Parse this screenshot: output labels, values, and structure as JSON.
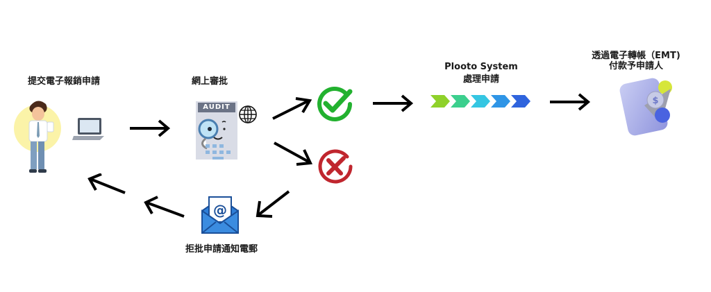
{
  "diagram": {
    "steps": {
      "submit": {
        "label": "提交電子報銷申請"
      },
      "review": {
        "label": "網上審批",
        "badge_text": "AUDIT"
      },
      "approved": {
        "icon": "check-circle-icon",
        "color": "#22b12f"
      },
      "rejected": {
        "icon": "x-circle-icon",
        "color": "#c0262e"
      },
      "process": {
        "label_line1": "Plooto System",
        "label_line2": "處理申請",
        "chevron_colors": [
          "#8fd12a",
          "#3ccf8e",
          "#35c6e2",
          "#2f95e6",
          "#2f64dd"
        ]
      },
      "payment": {
        "label_line1": "透過電子轉帳（EMT)",
        "label_line2": "付款予申請人",
        "currency_symbol": "$"
      },
      "rejection_email": {
        "label": "拒批申請通知電郵",
        "email_symbol": "@"
      }
    },
    "arrow_color": "#000000"
  }
}
